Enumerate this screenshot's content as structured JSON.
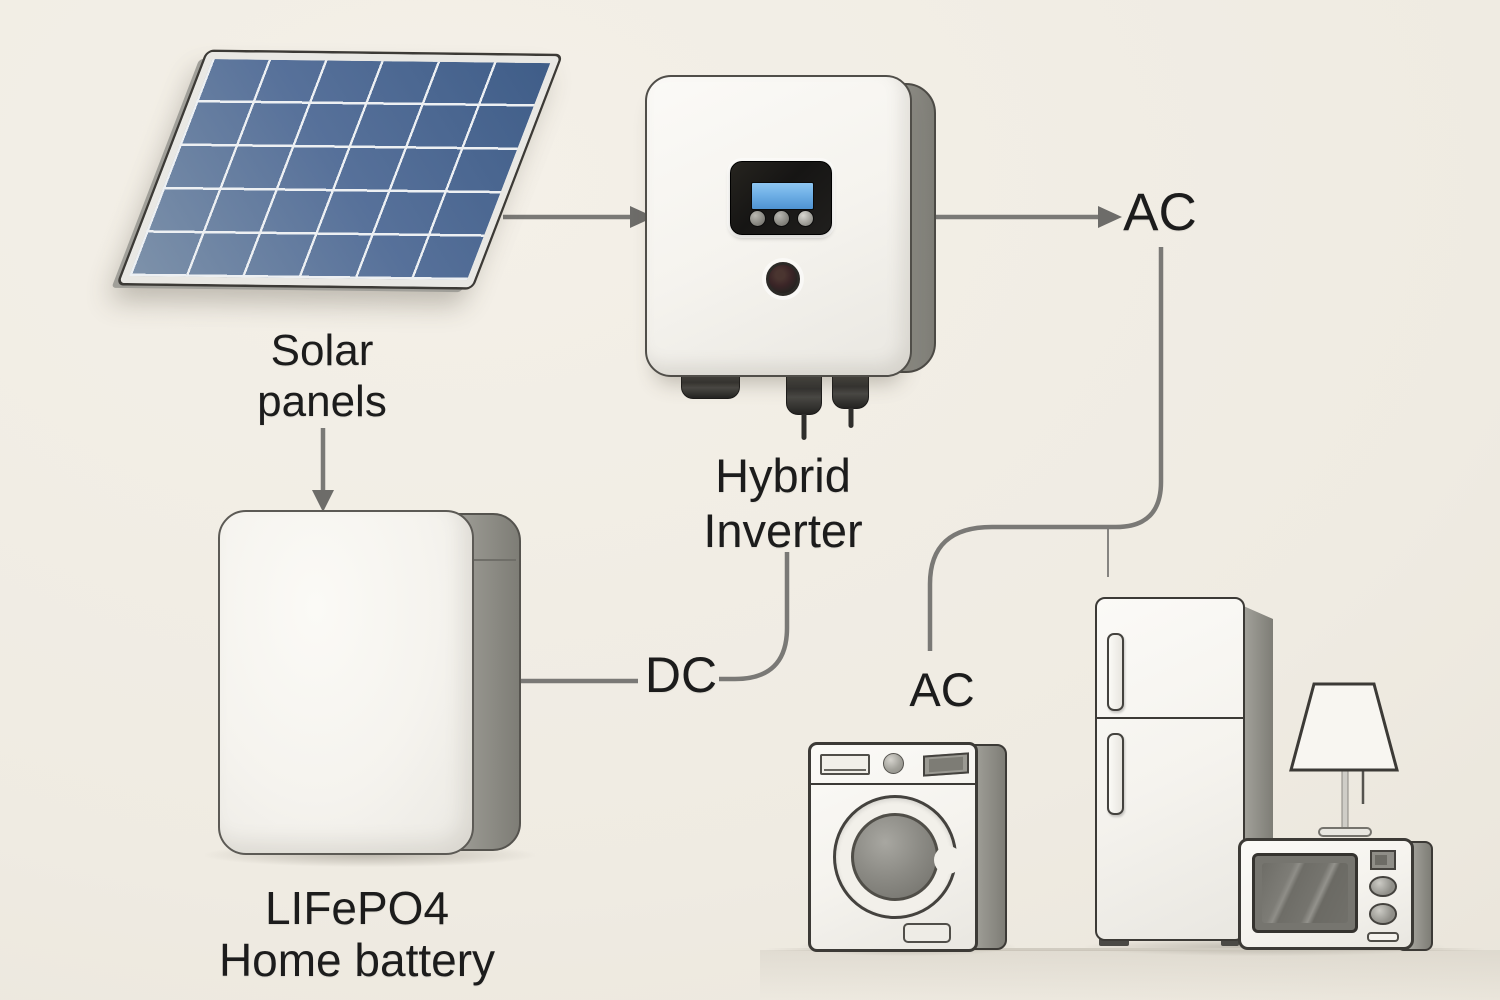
{
  "theme": {
    "colors": {
      "bg": "#efebe2",
      "line": "#7a7976",
      "arrowhead": "#6d6c69",
      "text": "#1c1c1c",
      "panel-blue-light": "#7e92aa",
      "panel-blue-dark": "#3f5d88",
      "lcd": "#6fb0e6",
      "outline": "#3c3a36",
      "depth-gray": "#908f88",
      "body-white": "#f6f4ef"
    }
  },
  "labels": {
    "solar": {
      "line1": "Solar",
      "line2": "panels"
    },
    "inverter": {
      "line1": "Hybrid",
      "line2": "Inverter"
    },
    "battery": {
      "line1": "LIFePO4",
      "line2": "Home battery"
    },
    "ac_output": "AC",
    "ac_loads": "AC",
    "dc_link": "DC"
  },
  "components": [
    {
      "name": "solar-panel",
      "label": "Solar panels",
      "grid_columns": 6,
      "grid_rows": 5
    },
    {
      "name": "hybrid-inverter",
      "label": "Hybrid Inverter"
    },
    {
      "name": "home-battery",
      "label": "LIFePO4 Home battery"
    },
    {
      "name": "washing-machine"
    },
    {
      "name": "refrigerator"
    },
    {
      "name": "microwave"
    },
    {
      "name": "table-lamp"
    }
  ],
  "connections": [
    {
      "name": "solar-panel-to-inverter",
      "type": "arrow"
    },
    {
      "name": "inverter-to-ac-output",
      "type": "arrow",
      "label": "AC"
    },
    {
      "name": "solar-label-to-battery",
      "type": "arrow"
    },
    {
      "name": "battery-to-dc-link",
      "type": "line",
      "label": "DC"
    },
    {
      "name": "dc-link-to-inverter",
      "type": "curve"
    },
    {
      "name": "ac-output-to-loads",
      "type": "curve",
      "label": "AC"
    },
    {
      "name": "ac-branch-to-refrigerator",
      "type": "line"
    }
  ]
}
